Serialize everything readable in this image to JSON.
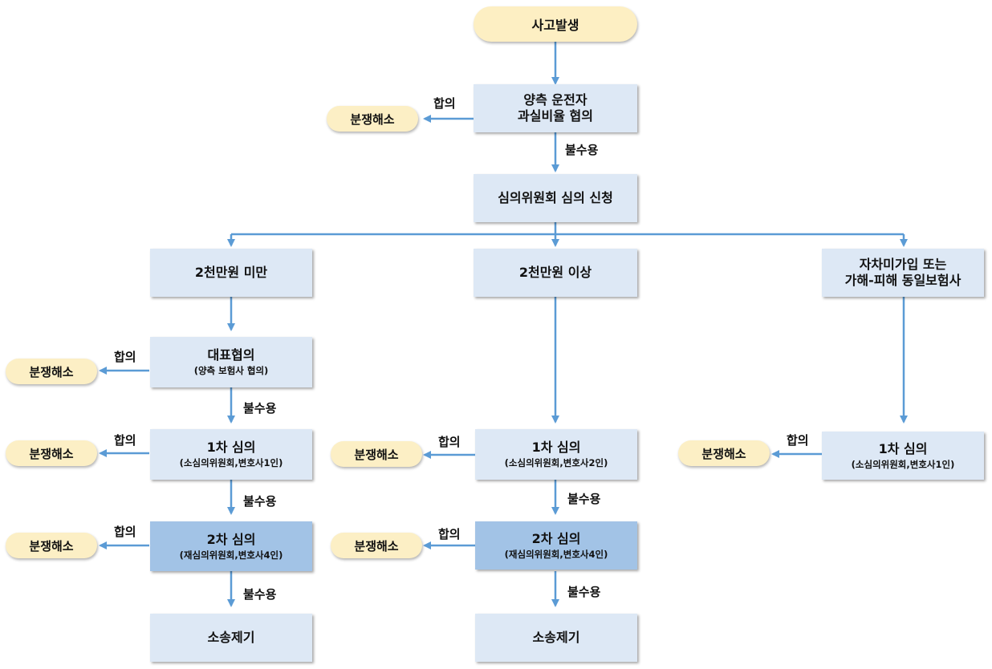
{
  "start": "사고발생",
  "negotiation": {
    "line1": "양측 운전자",
    "line2": "과실비율 협의"
  },
  "committee_apply": "심의위원회 심의 신청",
  "branches": {
    "under": "2천만원 미만",
    "over": "2천만원 이상",
    "uninsured_line1": "자차미가입 또는",
    "uninsured_line2": "가해-피해 동일보험사"
  },
  "rep_negotiation": {
    "title": "대표협의",
    "sub": "(양측 보험사 협의)"
  },
  "left_first": {
    "title": "1차 심의",
    "sub": "(소심의위원회,변호사1인)"
  },
  "left_second": {
    "title": "2차 심의",
    "sub": "(재심의위원회,변호사4인)"
  },
  "mid_first": {
    "title": "1차 심의",
    "sub": "(소심의위원회,변호사2인)"
  },
  "mid_second": {
    "title": "2차 심의",
    "sub": "(재심의위원회,변호사4인)"
  },
  "right_first": {
    "title": "1차 심의",
    "sub": "(소심의위원회,변호사1인)"
  },
  "lawsuit": "소송제기",
  "resolved": "분쟁해소",
  "agree": "합의",
  "reject": "불수용",
  "colors": {
    "box": "#dde8f5",
    "box_dark": "#a2c3e6",
    "pill": "#fcefc5",
    "arrow": "#5b9bd5"
  }
}
